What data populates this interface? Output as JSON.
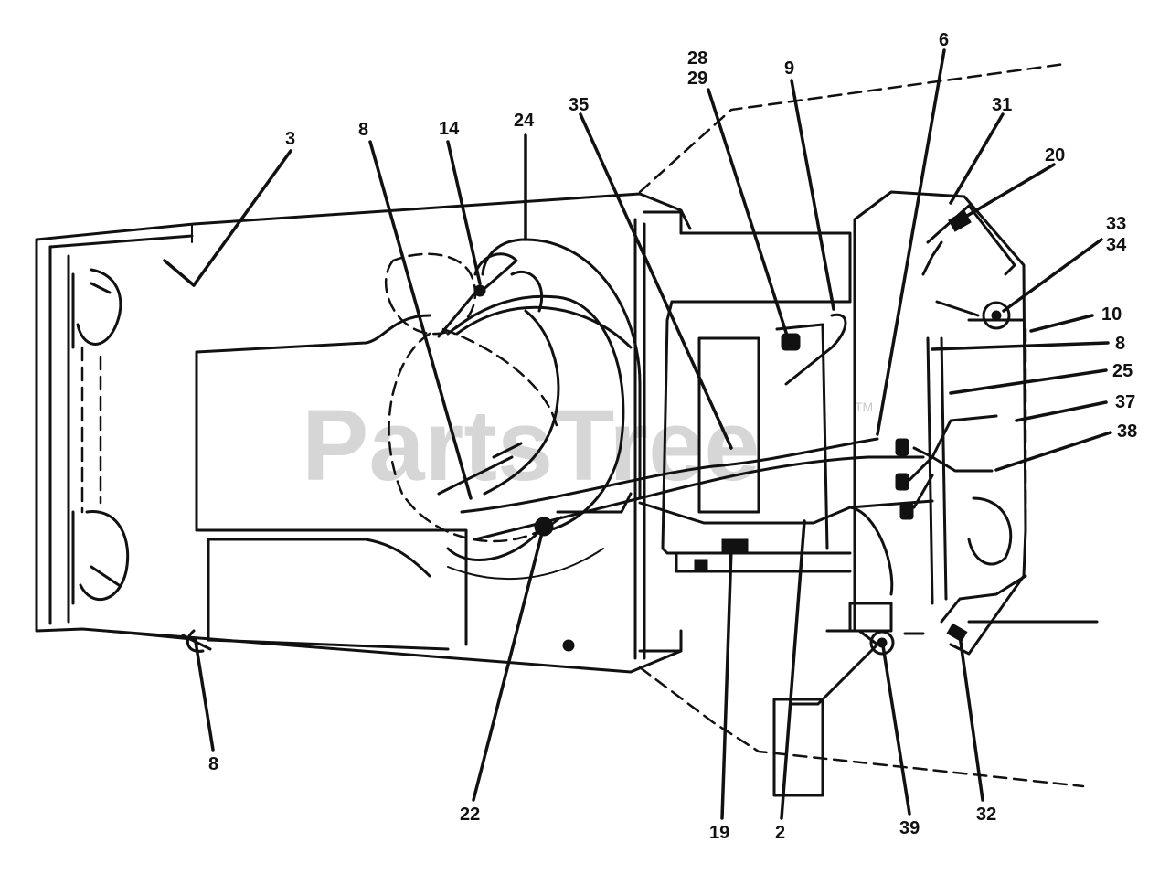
{
  "watermark": {
    "text": "PartsTree",
    "mark": "TM"
  },
  "callouts": [
    {
      "id": "c3",
      "label": "3"
    },
    {
      "id": "c8a",
      "label": "8"
    },
    {
      "id": "c14",
      "label": "14"
    },
    {
      "id": "c24",
      "label": "24"
    },
    {
      "id": "c35",
      "label": "35"
    },
    {
      "id": "c28",
      "label": "28"
    },
    {
      "id": "c29",
      "label": "29"
    },
    {
      "id": "c9",
      "label": "9"
    },
    {
      "id": "c6",
      "label": "6"
    },
    {
      "id": "c31",
      "label": "31"
    },
    {
      "id": "c20",
      "label": "20"
    },
    {
      "id": "c33",
      "label": "33"
    },
    {
      "id": "c34",
      "label": "34"
    },
    {
      "id": "c10",
      "label": "10"
    },
    {
      "id": "c8b",
      "label": "8"
    },
    {
      "id": "c25",
      "label": "25"
    },
    {
      "id": "c37",
      "label": "37"
    },
    {
      "id": "c38",
      "label": "38"
    },
    {
      "id": "c8c",
      "label": "8"
    },
    {
      "id": "c22",
      "label": "22"
    },
    {
      "id": "c19",
      "label": "19"
    },
    {
      "id": "c2",
      "label": "2"
    },
    {
      "id": "c39",
      "label": "39"
    },
    {
      "id": "c32",
      "label": "32"
    }
  ]
}
